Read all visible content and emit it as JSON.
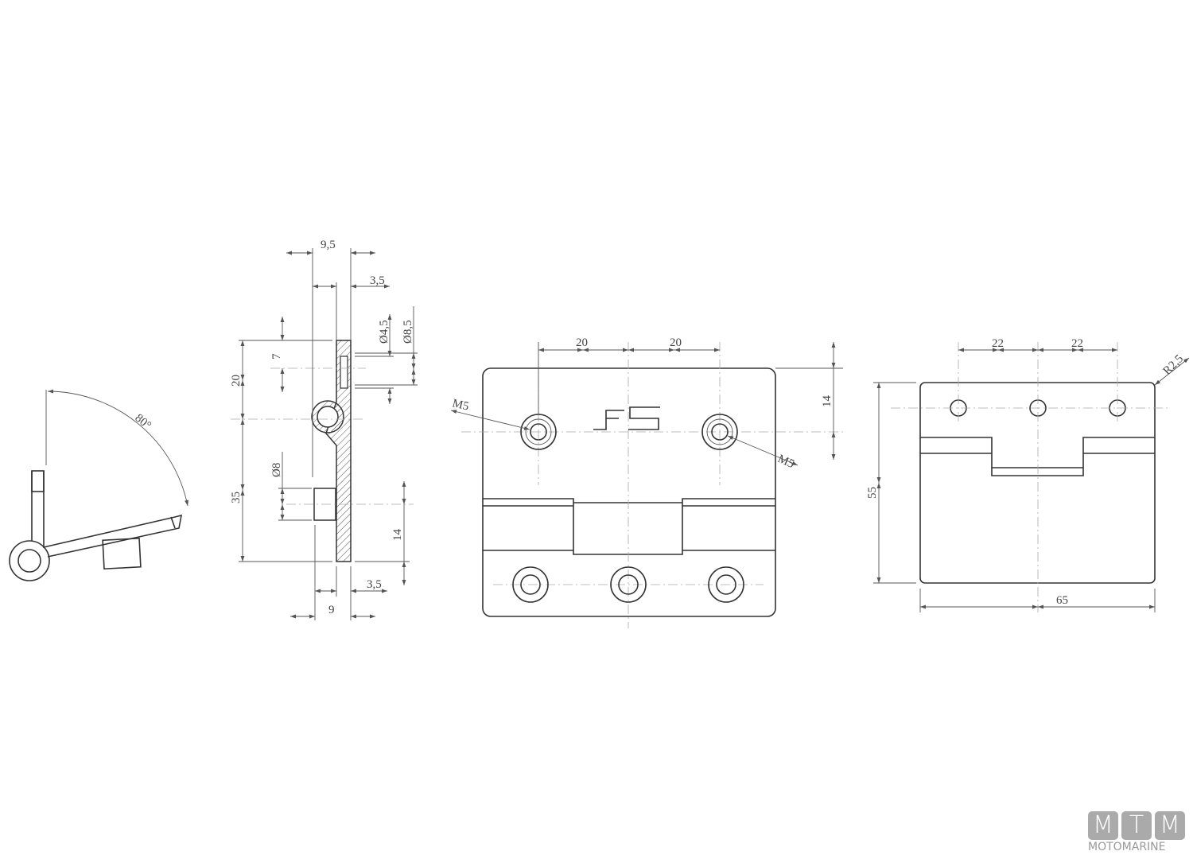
{
  "angle_view": {
    "angle": "80°"
  },
  "side_view": {
    "width_total": "9,5",
    "plate_thickness_top": "3,5",
    "hole_offset": "7",
    "hole_inner_dia": "Ø4,5",
    "hole_outer_dia": "Ø8,5",
    "upper_height": "20",
    "lower_height": "35",
    "pin_dia": "Ø8",
    "pin_offset": "14",
    "plate_thickness_bottom": "3,5",
    "width_bottom": "9"
  },
  "front_view": {
    "hole_spacing_left": "20",
    "hole_spacing_right": "20",
    "thread_left": "M5",
    "thread_right": "M5",
    "hole_offset_vertical": "14",
    "logo_text": "FS"
  },
  "back_view": {
    "hole_spacing_left": "22",
    "hole_spacing_right": "22",
    "corner_radius": "R2,5",
    "height": "55",
    "width": "65"
  },
  "watermark": {
    "letters": [
      "M",
      "T",
      "M"
    ],
    "name": "MOTOMARINE"
  }
}
